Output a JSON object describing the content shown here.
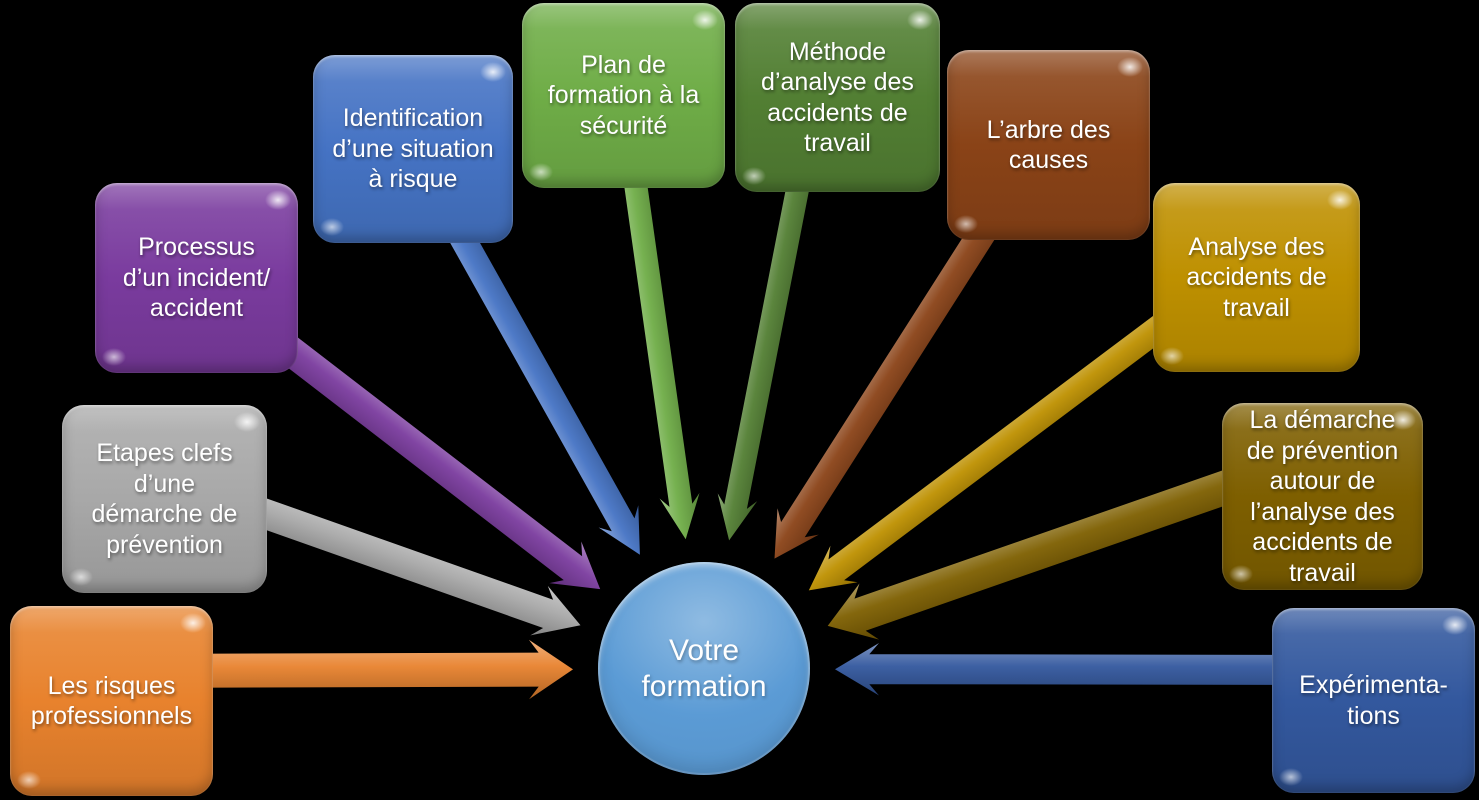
{
  "diagram": {
    "background_color": "#000000",
    "center": {
      "label": "Votre\nformation",
      "color": "#5B9BD5",
      "text_color": "#FFFFFF"
    },
    "nodes": [
      {
        "id": "les-risques-professionnels",
        "label": "Les risques\nprofessionnels",
        "color": "#E8822D"
      },
      {
        "id": "etapes-clefs",
        "label": "Etapes clefs\nd’une\ndémarche de\nprévention",
        "color": "#A8A8A8"
      },
      {
        "id": "processus-incident",
        "label": "Processus\nd’un incident/\naccident",
        "color": "#7A3B9E"
      },
      {
        "id": "identification-situation",
        "label": "Identification\nd’une situation\nà risque",
        "color": "#4573C4"
      },
      {
        "id": "plan-formation-securite",
        "label": "Plan de\nformation à la\nsécurité",
        "color": "#6FAD47"
      },
      {
        "id": "methode-analyse-accidents",
        "label": "Méthode\nd’analyse des\naccidents de\ntravail",
        "color": "#527F33"
      },
      {
        "id": "arbre-des-causes",
        "label": "L’arbre des\ncauses",
        "color": "#8A4317"
      },
      {
        "id": "analyse-accidents-travail",
        "label": "Analyse des\naccidents de\ntravail",
        "color": "#BE9000"
      },
      {
        "id": "demarche-prevention",
        "label": "La démarche\nde prévention\nautour de\nl’analyse des\naccidents de\ntravail",
        "color": "#7E5F00"
      },
      {
        "id": "experimentations",
        "label": "Expérimenta-\ntions",
        "color": "#33589E"
      }
    ]
  }
}
